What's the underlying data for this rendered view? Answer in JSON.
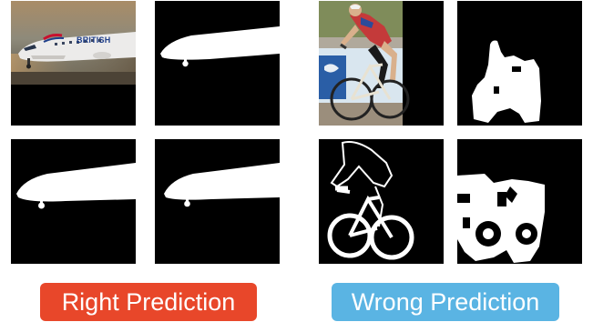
{
  "labels": {
    "right": "Right Prediction",
    "wrong": "Wrong Prediction"
  },
  "colors": {
    "right_pill": "#e8472a",
    "wrong_pill": "#5ab4e3",
    "mask_foreground": "#ffffff",
    "mask_background": "#000000"
  },
  "panels": {
    "airplane_photo": {
      "fuselage_text": "BRITISH"
    }
  }
}
